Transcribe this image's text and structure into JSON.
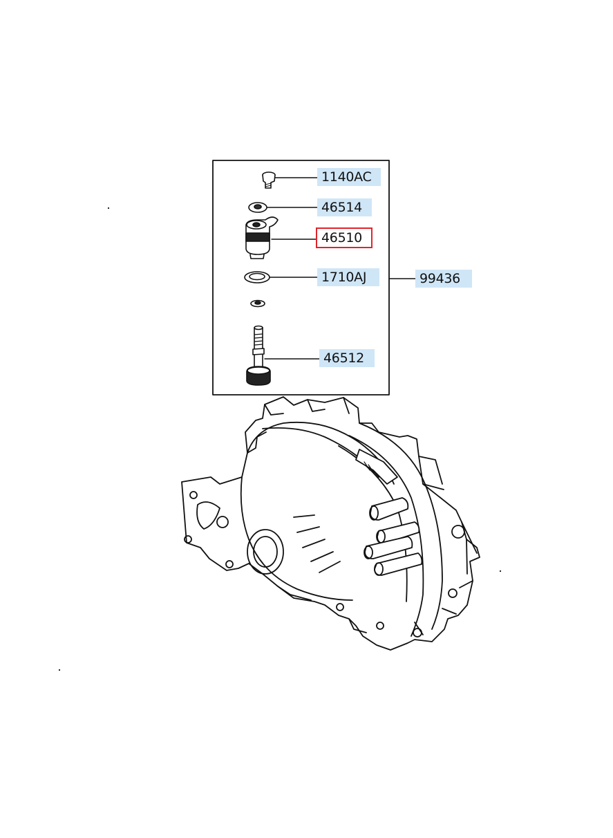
{
  "diagram": {
    "parts": {
      "bolt": "1140AC",
      "washer": "46514",
      "sleeve": "46510",
      "o_ring": "1710AJ",
      "gear_shaft": "46512",
      "assembly": "99436"
    },
    "selected_part": "46510",
    "highlight_color": "#e0242b",
    "label_bg_color": "#cfe6f7"
  }
}
